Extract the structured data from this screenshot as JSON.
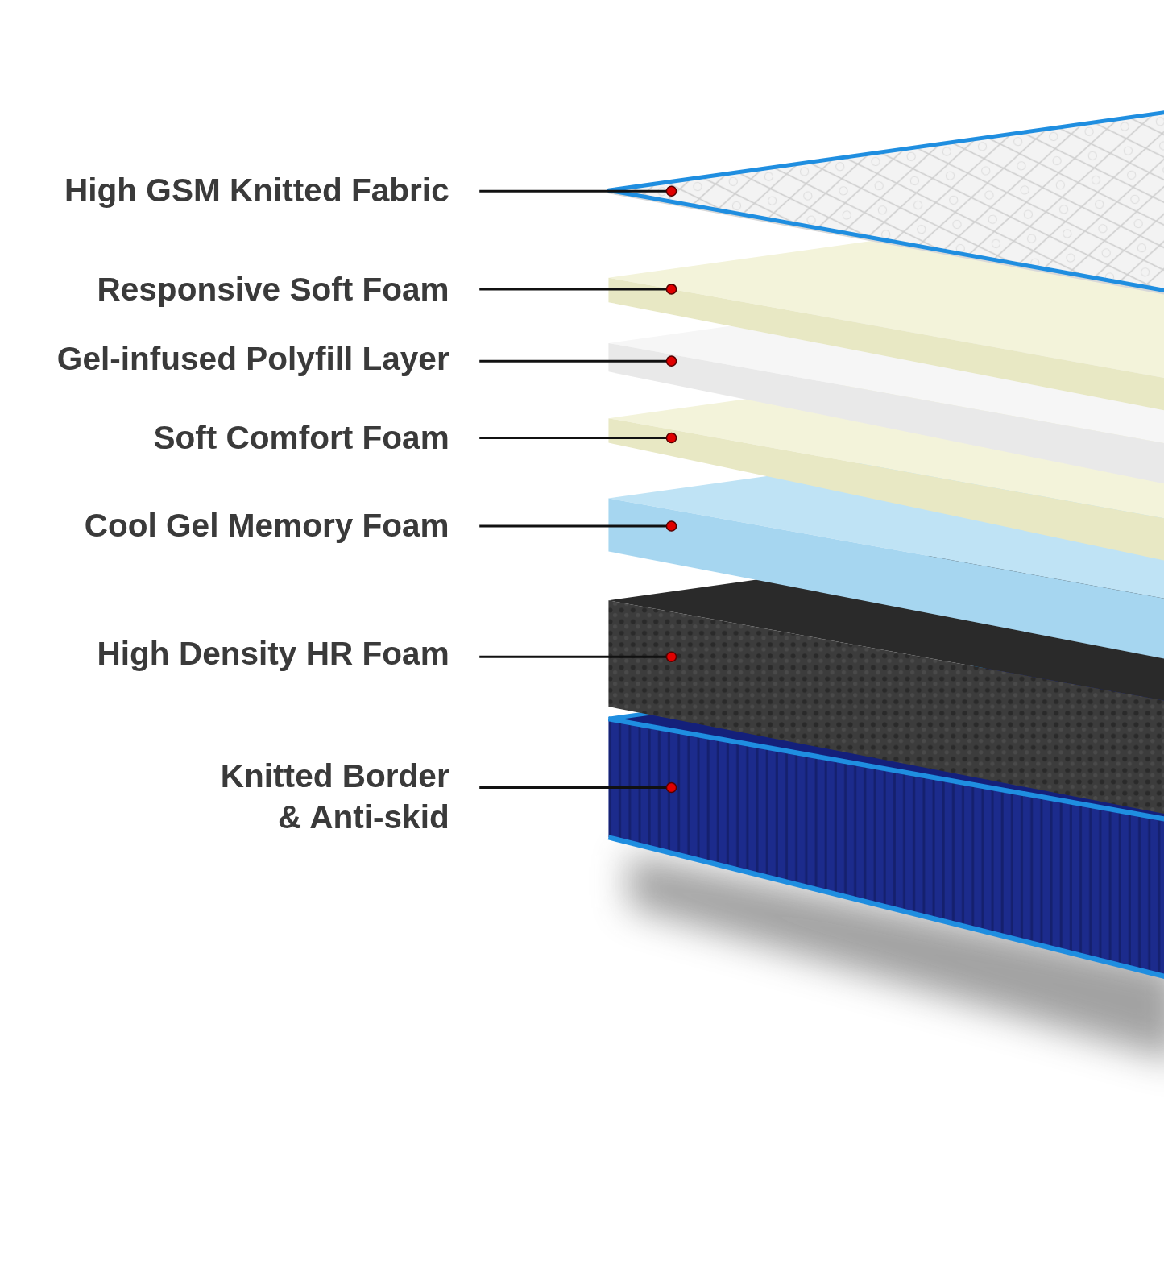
{
  "diagram": {
    "labels": [
      "High GSM Knitted Fabric",
      "Responsive Soft Foam",
      "Gel-infused Polyfill Layer",
      "Soft Comfort Foam",
      "Cool Gel Memory Foam",
      "High Density HR Foam",
      "Knitted Border & Anti-skid"
    ]
  }
}
